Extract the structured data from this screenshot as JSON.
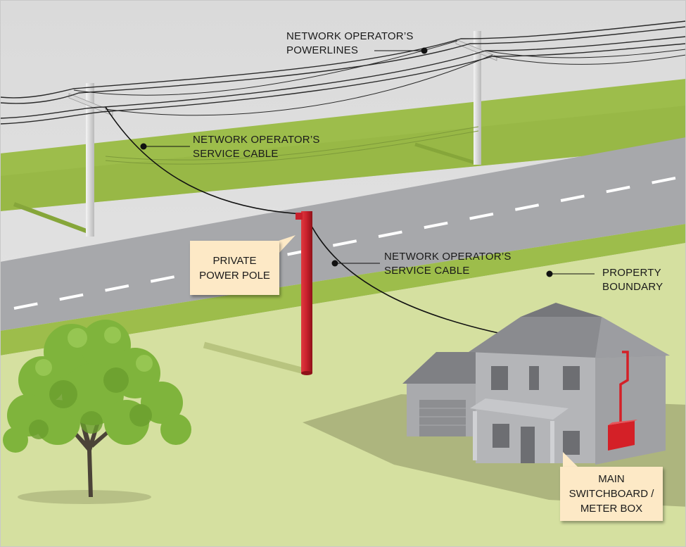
{
  "labels": {
    "powerlines": [
      "NETWORK OPERATOR’S",
      "POWERLINES"
    ],
    "service_cable_top": [
      "NETWORK OPERATOR’S",
      "SERVICE CABLE"
    ],
    "service_cable_bottom": [
      "NETWORK OPERATOR’S",
      "SERVICE CABLE"
    ],
    "property_boundary": [
      "PROPERTY",
      "BOUNDARY"
    ]
  },
  "callouts": {
    "private_pole": [
      "PRIVATE",
      "POWER POLE"
    ],
    "switchboard": [
      "MAIN",
      "SWITCHBOARD /",
      "METER BOX"
    ]
  },
  "colors": {
    "sky": "#e2e2e2",
    "far_grass": "#9cbd4c",
    "road": "#a6a7aa",
    "property_lawn": "#d4df9e",
    "private_pole": "#c8202c",
    "callout_bg": "#fde9c6"
  },
  "icons": {
    "tree": "tree-icon",
    "house": "house-icon"
  }
}
